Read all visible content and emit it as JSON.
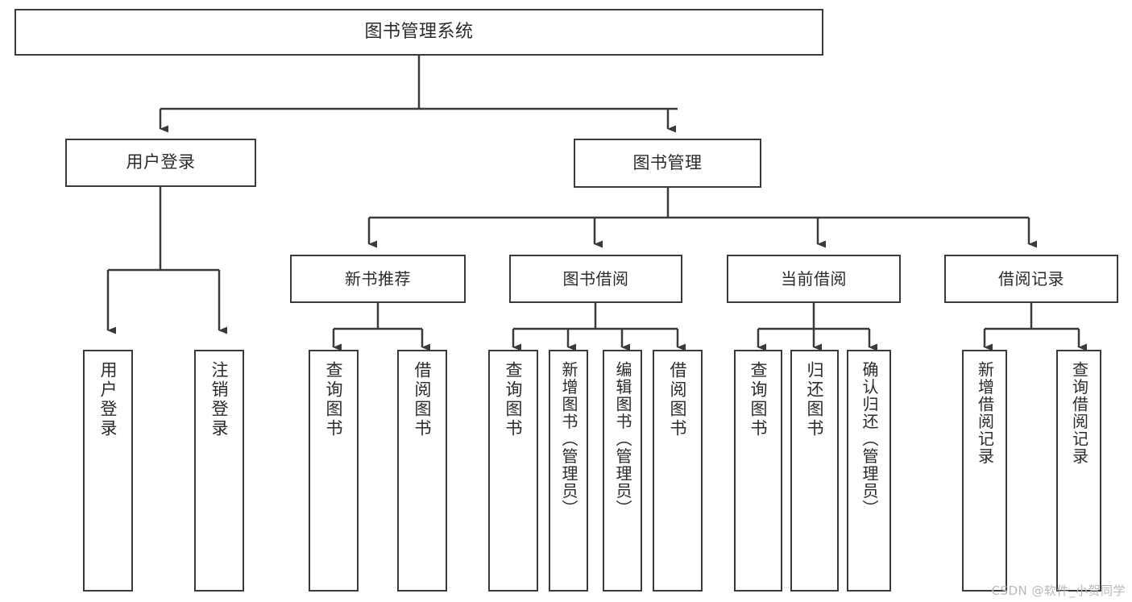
{
  "diagram": {
    "type": "tree",
    "title": "图书管理系统",
    "colors": {
      "stroke": "#3a3a3a",
      "fill": "#ffffff",
      "text": "#2b2b2b",
      "watermark": "#b9b9b9"
    },
    "root": {
      "label": "图书管理系统"
    },
    "level1": [
      {
        "label": "用户登录"
      },
      {
        "label": "图书管理"
      }
    ],
    "level2": [
      {
        "label": "新书推荐"
      },
      {
        "label": "图书借阅"
      },
      {
        "label": "当前借阅"
      },
      {
        "label": "借阅记录"
      }
    ],
    "leaves": {
      "user_login": [
        {
          "label": "用户登录"
        },
        {
          "label": "注销登录"
        }
      ],
      "new_book": [
        {
          "label": "查询图书"
        },
        {
          "label": "借阅图书"
        }
      ],
      "borrow": [
        {
          "label": "查询图书"
        },
        {
          "label": "新增图书（管理员）"
        },
        {
          "label": "编辑图书（管理员）"
        },
        {
          "label": "借阅图书"
        }
      ],
      "current": [
        {
          "label": "查询图书"
        },
        {
          "label": "归还图书"
        },
        {
          "label": "确认归还（管理员）"
        }
      ],
      "records": [
        {
          "label": "新增借阅记录"
        },
        {
          "label": "查询借阅记录"
        }
      ]
    }
  },
  "watermark": {
    "text": "CSDN @软件_小贺同学"
  }
}
